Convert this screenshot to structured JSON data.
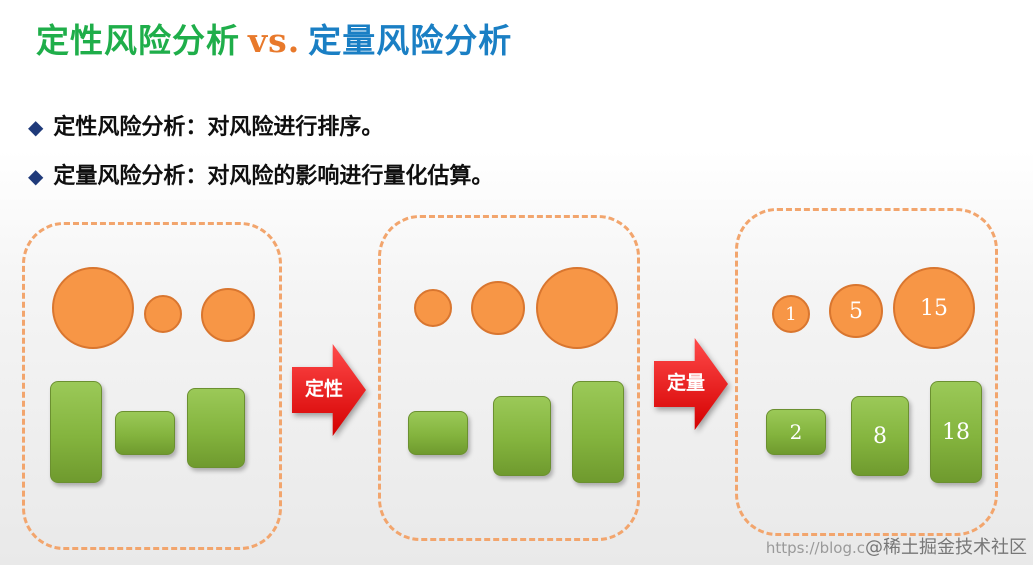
{
  "title": {
    "left": "定性风险分析",
    "vs": "vs.",
    "right": "定量风险分析"
  },
  "bullets": [
    {
      "mark": "◆",
      "text": "定性风险分析：对风险进行排序。"
    },
    {
      "mark": "◆",
      "text": "定量风险分析：对风险的影响进行量化估算。"
    }
  ],
  "arrows": [
    {
      "label": "定性"
    },
    {
      "label": "定量"
    }
  ],
  "quantified_values": {
    "circles": [
      "1",
      "5",
      "15"
    ],
    "bars": [
      "2",
      "8",
      "18"
    ]
  },
  "watermark": {
    "url": "https://blog.c",
    "brand": "@稀土掘金技术社区"
  },
  "colors": {
    "title_green": "#1fae4a",
    "title_orange": "#e8792b",
    "title_blue": "#1a7fc4",
    "circle_orange": "#f79646",
    "bar_green": "#8cbd4a",
    "arrow_red": "#e60000",
    "panel_border": "#f2a56d"
  }
}
